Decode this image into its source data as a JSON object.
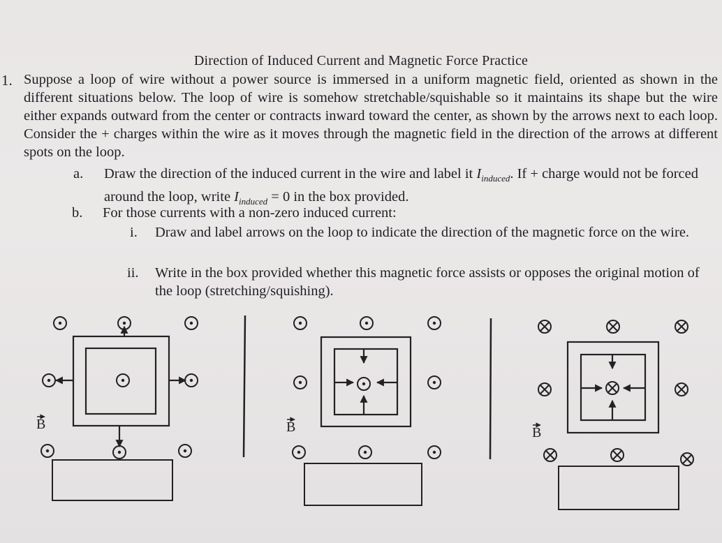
{
  "title": "Direction of Induced Current and Magnetic Force Practice",
  "question": {
    "number": "1.",
    "text": "Suppose a loop of wire without a power source is immersed in a uniform magnetic field, oriented as shown in the different situations below. The loop of wire is somehow stretchable/squishable so it maintains its shape but the wire either expands outward from the center or contracts inward toward the center, as shown by the arrows next to each loop. Consider the + charges within the wire as it moves through the magnetic field in the direction of the arrows at different spots on the loop.",
    "a": {
      "marker": "a.",
      "pre": "Draw the direction of the induced current in the wire and label it ",
      "i_symbol": "I",
      "i_sub": "induced",
      "mid": ". If + charge would not be forced around the loop, write ",
      "post": " = 0 in the box provided."
    },
    "b": {
      "marker": "b.",
      "text": "For those currents with a non-zero induced current:"
    },
    "i": {
      "marker": "i.",
      "text": "Draw and label arrows on the loop to indicate the direction of the magnetic force on the wire."
    },
    "ii": {
      "marker": "ii.",
      "text": "Write in the box provided whether this magnetic force assists or opposes the original motion of the loop (stretching/squishing)."
    }
  },
  "figures": {
    "field_label": "B",
    "diagrams": [
      {
        "field_direction": "out-of-page",
        "symbol": "dot",
        "motion": "expanding"
      },
      {
        "field_direction": "out-of-page",
        "symbol": "dot",
        "motion": "contracting"
      },
      {
        "field_direction": "into-page",
        "symbol": "cross",
        "motion": "contracting"
      }
    ]
  },
  "colors": {
    "ink": "#1f1f24",
    "paper": "#e9e6e6"
  }
}
